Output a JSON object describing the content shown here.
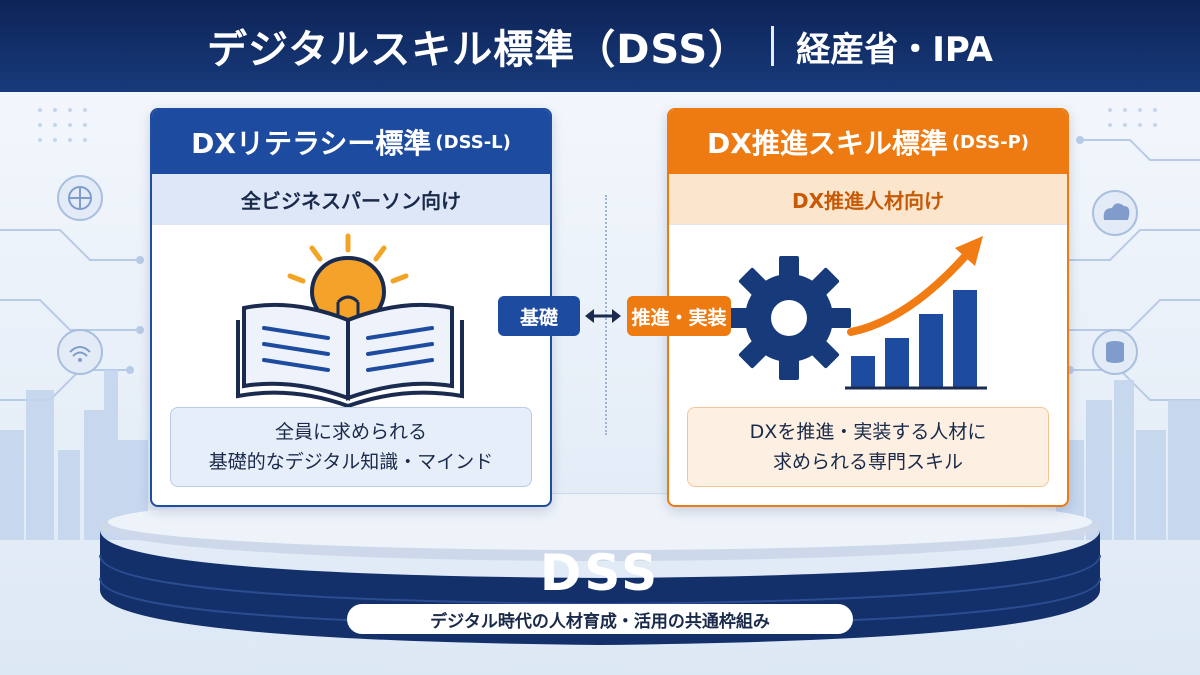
{
  "header": {
    "title": "デジタルスキル標準（DSS）",
    "org": "経産省・IPA"
  },
  "left_card": {
    "title": "DXリテラシー標準",
    "code": "(DSS-L)",
    "subtitle": "全ビジネスパーソン向け",
    "desc_line1": "全員に求められる",
    "desc_line2": "基礎的なデジタル知識・マインド",
    "icon": "open-book-with-lightbulb"
  },
  "right_card": {
    "title": "DX推進スキル標準",
    "code": "(DSS-P)",
    "subtitle": "DX推進人材向け",
    "desc_line1": "DXを推進・実装する人材に",
    "desc_line2": "求められる専門スキル",
    "icon": "gear-with-rising-bar-chart"
  },
  "connector": {
    "left_label": "基礎",
    "right_label": "推進・実装"
  },
  "podium": {
    "label": "DSS",
    "tagline": "デジタル時代の人材育成・活用の共通枠組み"
  },
  "colors": {
    "navy": "#0e2458",
    "blue": "#1d4ba0",
    "orange": "#ee7a12"
  }
}
